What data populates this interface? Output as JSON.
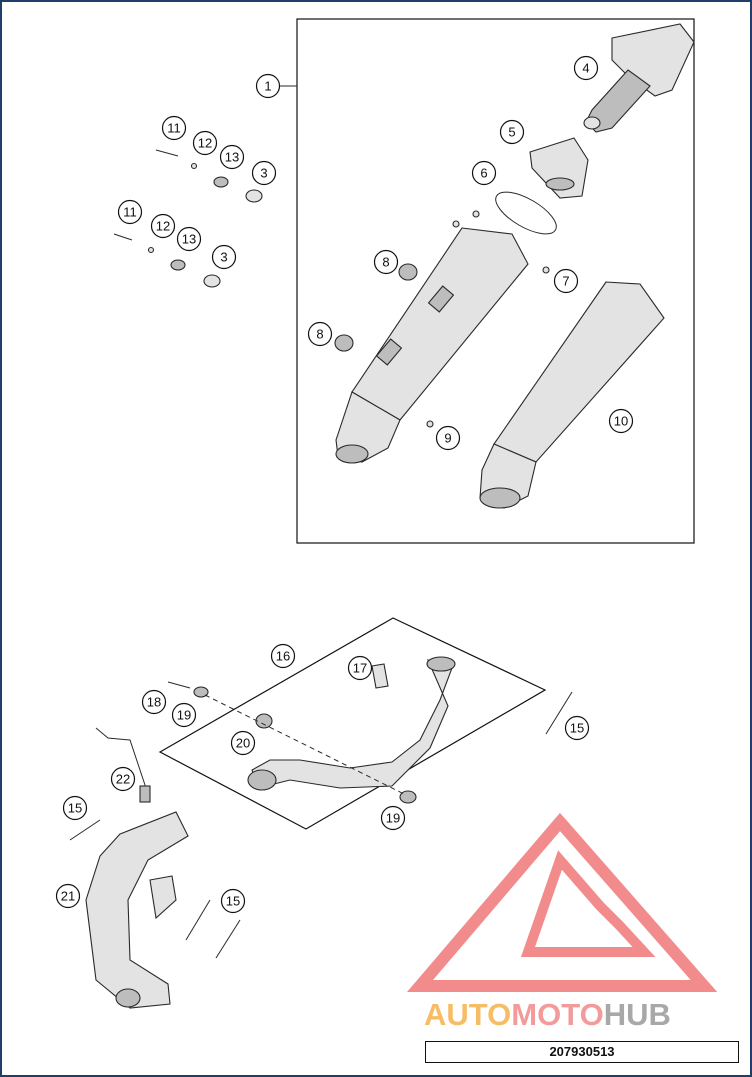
{
  "diagram_code": "207930513",
  "watermark": {
    "part1": "AUTO",
    "part2": "MOTO",
    "part3": "HUB",
    "color1": "#f6b24a",
    "color2": "#f28a8a",
    "color3": "#9a9a9a",
    "triangle_color": "#f07878"
  },
  "callouts": [
    "1",
    "3",
    "3",
    "4",
    "5",
    "6",
    "7",
    "8",
    "8",
    "9",
    "10",
    "11",
    "11",
    "12",
    "12",
    "13",
    "13",
    "15",
    "15",
    "15",
    "16",
    "17",
    "18",
    "19",
    "19",
    "20",
    "21",
    "22"
  ],
  "colors": {
    "frame": "#1f3f6a",
    "ink": "#111111",
    "part_fill": "#e3e3e3"
  }
}
